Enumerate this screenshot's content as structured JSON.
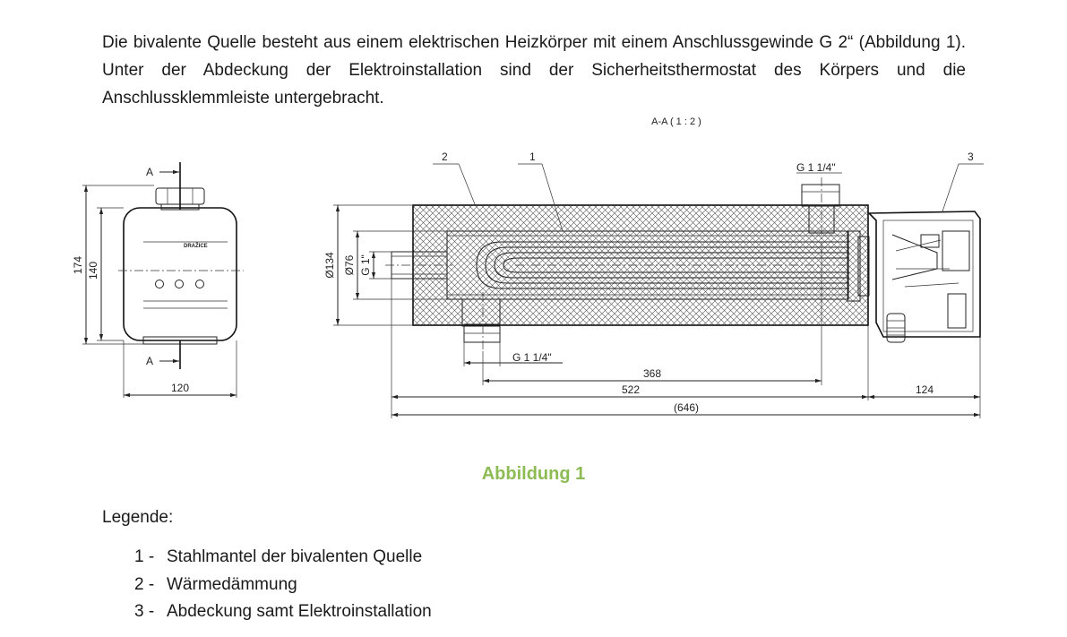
{
  "paragraph": "Die bivalente Quelle besteht aus einem elektrischen Heizkörper mit einem Anschlussgewinde G 2“ (Abbildung 1). Unter der Abdeckung der Elektroinstallation sind der Sicherheitsthermostat des Körpers und die Anschlussklemmleiste untergebracht.",
  "drawing": {
    "section_title": "A-A ( 1 : 2 )",
    "section_marker": "A",
    "brand": "DRAŽICE",
    "callouts": [
      "1",
      "2",
      "3"
    ],
    "dims": {
      "height_outer": "174",
      "height_inner": "140",
      "width_front": "120",
      "dia_mantle": "Ø134",
      "dia_inner": "Ø76",
      "thread_g1": "G 1\"",
      "thread_top": "G 1 1/4\"",
      "thread_bottom": "G 1 1/4\"",
      "d368": "368",
      "d522": "522",
      "d124": "124",
      "d646": "(646)"
    }
  },
  "caption": "Abbildung 1",
  "legend": {
    "title": "Legende:",
    "items": [
      {
        "num": "1 -",
        "text": "Stahlmantel der bivalenten Quelle"
      },
      {
        "num": "2 -",
        "text": "Wärmedämmung"
      },
      {
        "num": "3 -",
        "text": "Abdeckung samt Elektroinstallation"
      }
    ]
  }
}
